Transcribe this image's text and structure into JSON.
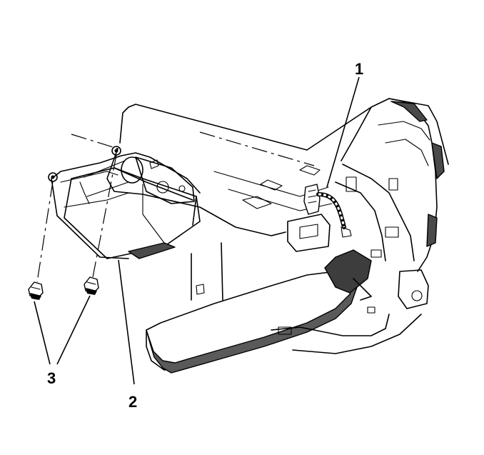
{
  "callouts": {
    "c1": "1",
    "c2": "2",
    "c3": "3"
  },
  "colors": {
    "line": "#000000",
    "panel_fill": "#ffffff",
    "shade_fill": "#5a5a5a",
    "dark_fill": "#3d3d3d"
  }
}
